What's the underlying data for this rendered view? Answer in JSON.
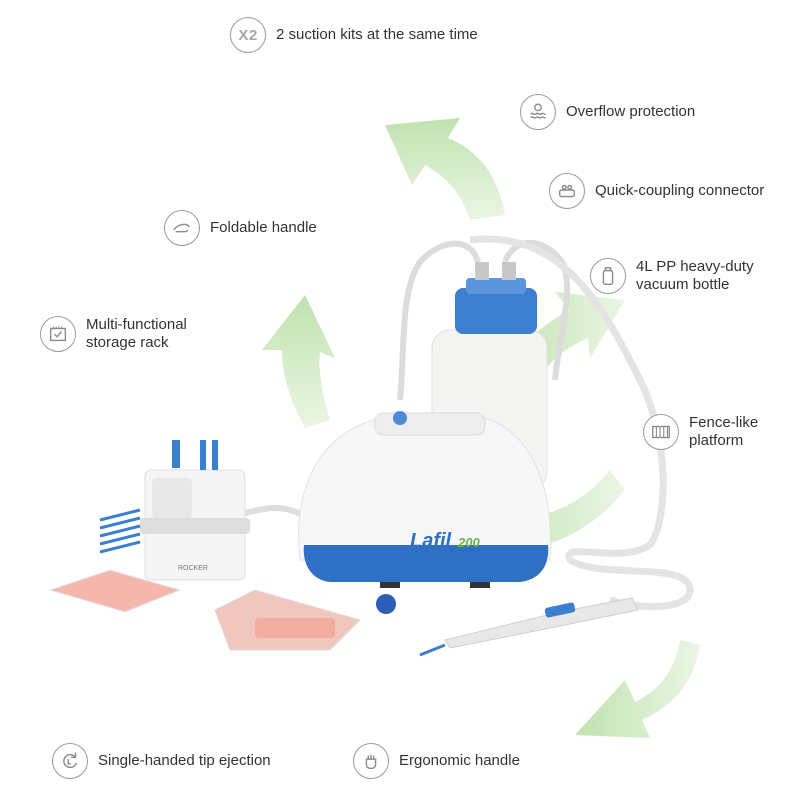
{
  "features": {
    "suction_kits": {
      "badge": "X2",
      "label": "2 suction kits at the same time"
    },
    "overflow": {
      "label": "Overflow protection"
    },
    "quick_coupling": {
      "label": "Quick-coupling connector"
    },
    "foldable_handle": {
      "label": "Foldable handle"
    },
    "bottle": {
      "label": "4L PP heavy-duty\nvacuum bottle"
    },
    "storage_rack": {
      "label": "Multi-functional\nstorage rack"
    },
    "fence_platform": {
      "label": "Fence-like\nplatform"
    },
    "tip_ejection": {
      "label": "Single-handed tip ejection"
    },
    "ergonomic": {
      "label": "Ergonomic handle"
    }
  },
  "product": {
    "brand": "Lafil",
    "model": "200",
    "rack_brand": "ROCKER"
  },
  "colors": {
    "arrow": "#cfe8c2",
    "blue": "#2f6fc4",
    "icon_border": "#9a9a9a",
    "text": "#333333"
  }
}
